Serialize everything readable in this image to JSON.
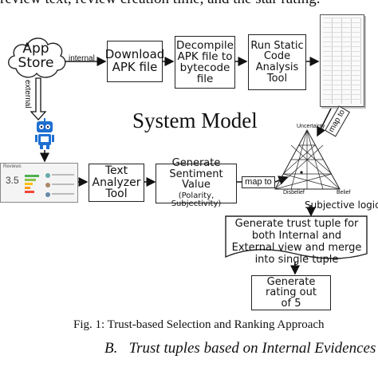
{
  "top_fragment": "review text, review creation time, and the star rating.",
  "diagram": {
    "app_store": "App Store",
    "internal_label": "internal",
    "external_label": "external",
    "download": "Download APK file",
    "decompile": "Decompile APK file to bytecode file",
    "static_analysis": "Run Static Code Analysis Tool",
    "system_model_title": "System Model",
    "map_to_vertical": "map to",
    "map_to_horizontal": "map to",
    "text_analyzer": "Text Analyzer Tool",
    "sentiment_title": "Generate Sentiment Value",
    "sentiment_sub": "(Polarity, Subjectivity)",
    "triangle_uncertainty": "Uncertainty",
    "triangle_disbelief": "Disbelief",
    "triangle_belief": "Belief",
    "subjective_logic": "Subjective logic",
    "trust_tuple": "Generate trust tuple for both Internal and External view and merge into single tuple",
    "rating": "Generate rating out of 5",
    "review_card_title": "Reviews",
    "review_score": "3.5"
  },
  "caption": "Fig. 1: Trust-based Selection and Ranking Approach",
  "section_heading": "B.   Trust tuples based on Internal Evidences"
}
